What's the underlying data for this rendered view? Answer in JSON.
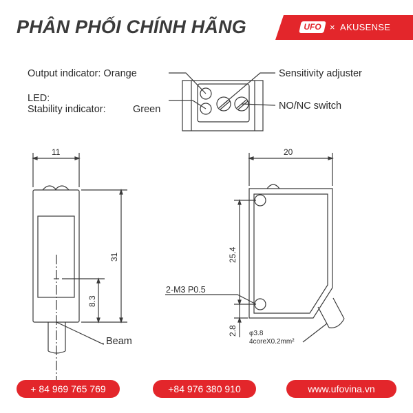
{
  "header": {
    "title": "PHÂN PHỐI CHÍNH HÃNG",
    "brand_logo_text": "UFO",
    "brand_separator": "×",
    "brand_partner": "AKUSENSE",
    "brand_color": "#e3262b"
  },
  "front_view": {
    "output_indicator_label": "Output indicator: Orange",
    "led_label": "LED:",
    "stability_indicator_label": "Stability indicator:",
    "stability_color_label": "Green",
    "sensitivity_adjuster_label": "Sensitivity adjuster",
    "switch_label": "NO/NC switch"
  },
  "side_view": {
    "width_dim": "11",
    "height_dim": "31",
    "beam_height_dim": "8.3",
    "beam_label": "Beam"
  },
  "back_view": {
    "width_dim": "20",
    "hole_spacing_dim": "25.4",
    "hole_offset_dim": "2.8",
    "screw_label": "2-M3  P0.5",
    "cable_diameter_label": "φ3.8",
    "cable_core_label": "4coreX0.2mm²"
  },
  "footer": {
    "phone_1": "+ 84 969 765 769",
    "phone_2": "+84 976 380 910",
    "website": "www.ufovina.vn"
  },
  "colors": {
    "accent": "#e3262b",
    "line": "#3a3a3a",
    "text": "#2a2a2a"
  }
}
